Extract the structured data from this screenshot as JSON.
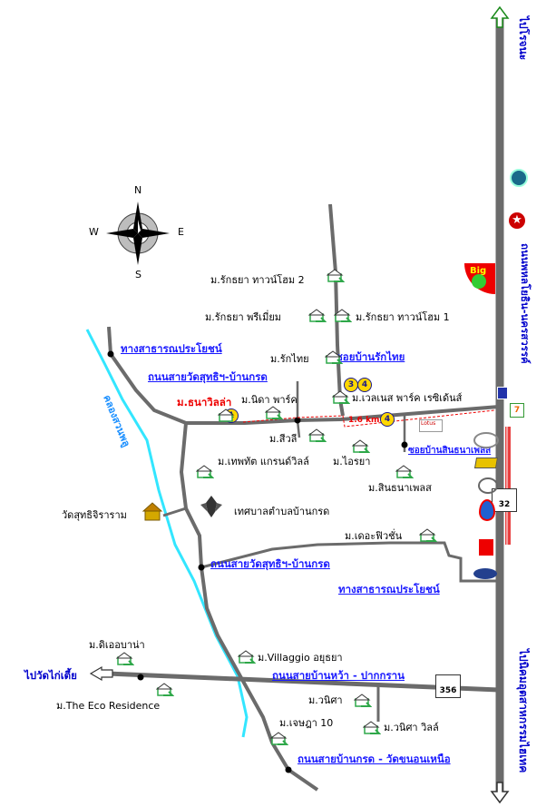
{
  "north_road": {
    "to_top": "ไปโรจนะ",
    "to_bottom": "ไปนิคมอุตสาหกรรมไฮเทค",
    "name": "ถนนพหลโยธิน-นครสวรรค์"
  },
  "compass": {
    "n": "N",
    "s": "S",
    "e": "E",
    "w": "W"
  },
  "roads": {
    "public_benefit_top": "ทางสาธารณประโยชน์",
    "wat_suthi_top": "ถนนสายวัดสุทธิฯ-บ้านกรด",
    "wat_suthi_mid": "ถนนสายวัดสุทธิฯ-บ้านกรด",
    "public_benefit_bottom": "ทางสาธารณประโยชน์",
    "ban_wa": "ถนนสายบ้านหว้า - ปากกราน",
    "ban_krot": "ถนนสายบ้านกรด - วัดขนอนเหนือ",
    "soi_rak_thai": "ซอยบ้านรักไทย",
    "soi_sinthana": "ซอยบ้านสินธนาเพลส",
    "canal": "คลองสวนพลู",
    "to_wat_kai_tia": "ไปวัดไก่เตี้ย"
  },
  "places": {
    "rak_thaya_2": "ม.รักธยา ทาวน์โฮม 2",
    "rak_thaya_premium": "ม.รักธยา พรีเมี่ยม",
    "rak_thaya_1": "ม.รักธยา ทาวน์โฮม 1",
    "rak_thai": "ม.รักไทย",
    "thana_villa": "ม.ธนาวิลล่า",
    "nida_park": "ม.นิดา พาร์ค",
    "wellness_park": "ม.เวลเนส พาร์ค เรซิเด้นส์",
    "sawili": "ม.สีวลี",
    "airya": "ม.ไอรยา",
    "thepphat": "ม.เทพทัต แกรนด์วิลล์",
    "sinthana": "ม.สินธนาเพลส",
    "wat_suthi": "วัดสุทธิจิราราม",
    "tessaban": "เทศบาลตำบลบ้านกรด",
    "the_fusion": "ม.เดอะฟิวชั่น",
    "de_urbana": "ม.ดิเออบาน่า",
    "villaggio": "ม.Villaggio อยุธยา",
    "eco_residence": "ม.The Eco Residence",
    "wanisa": "ม.วนิศา",
    "wanisa_ville": "ม.วนิศา วิลล์",
    "chetsada": "ม.เจษฎา 10"
  },
  "distance": "1.6 km",
  "badges": [
    "1",
    "3",
    "4",
    "4"
  ],
  "route_numbers": {
    "r32": "32",
    "r356": "356"
  },
  "logos": {
    "bigc": "Big",
    "lotus": "Lotus"
  },
  "colors": {
    "road": "#6b6b6b",
    "canal": "#33e6ff",
    "label_road": "#0000cc",
    "highlight": "#e00000",
    "house_green": "#2fa84a"
  }
}
